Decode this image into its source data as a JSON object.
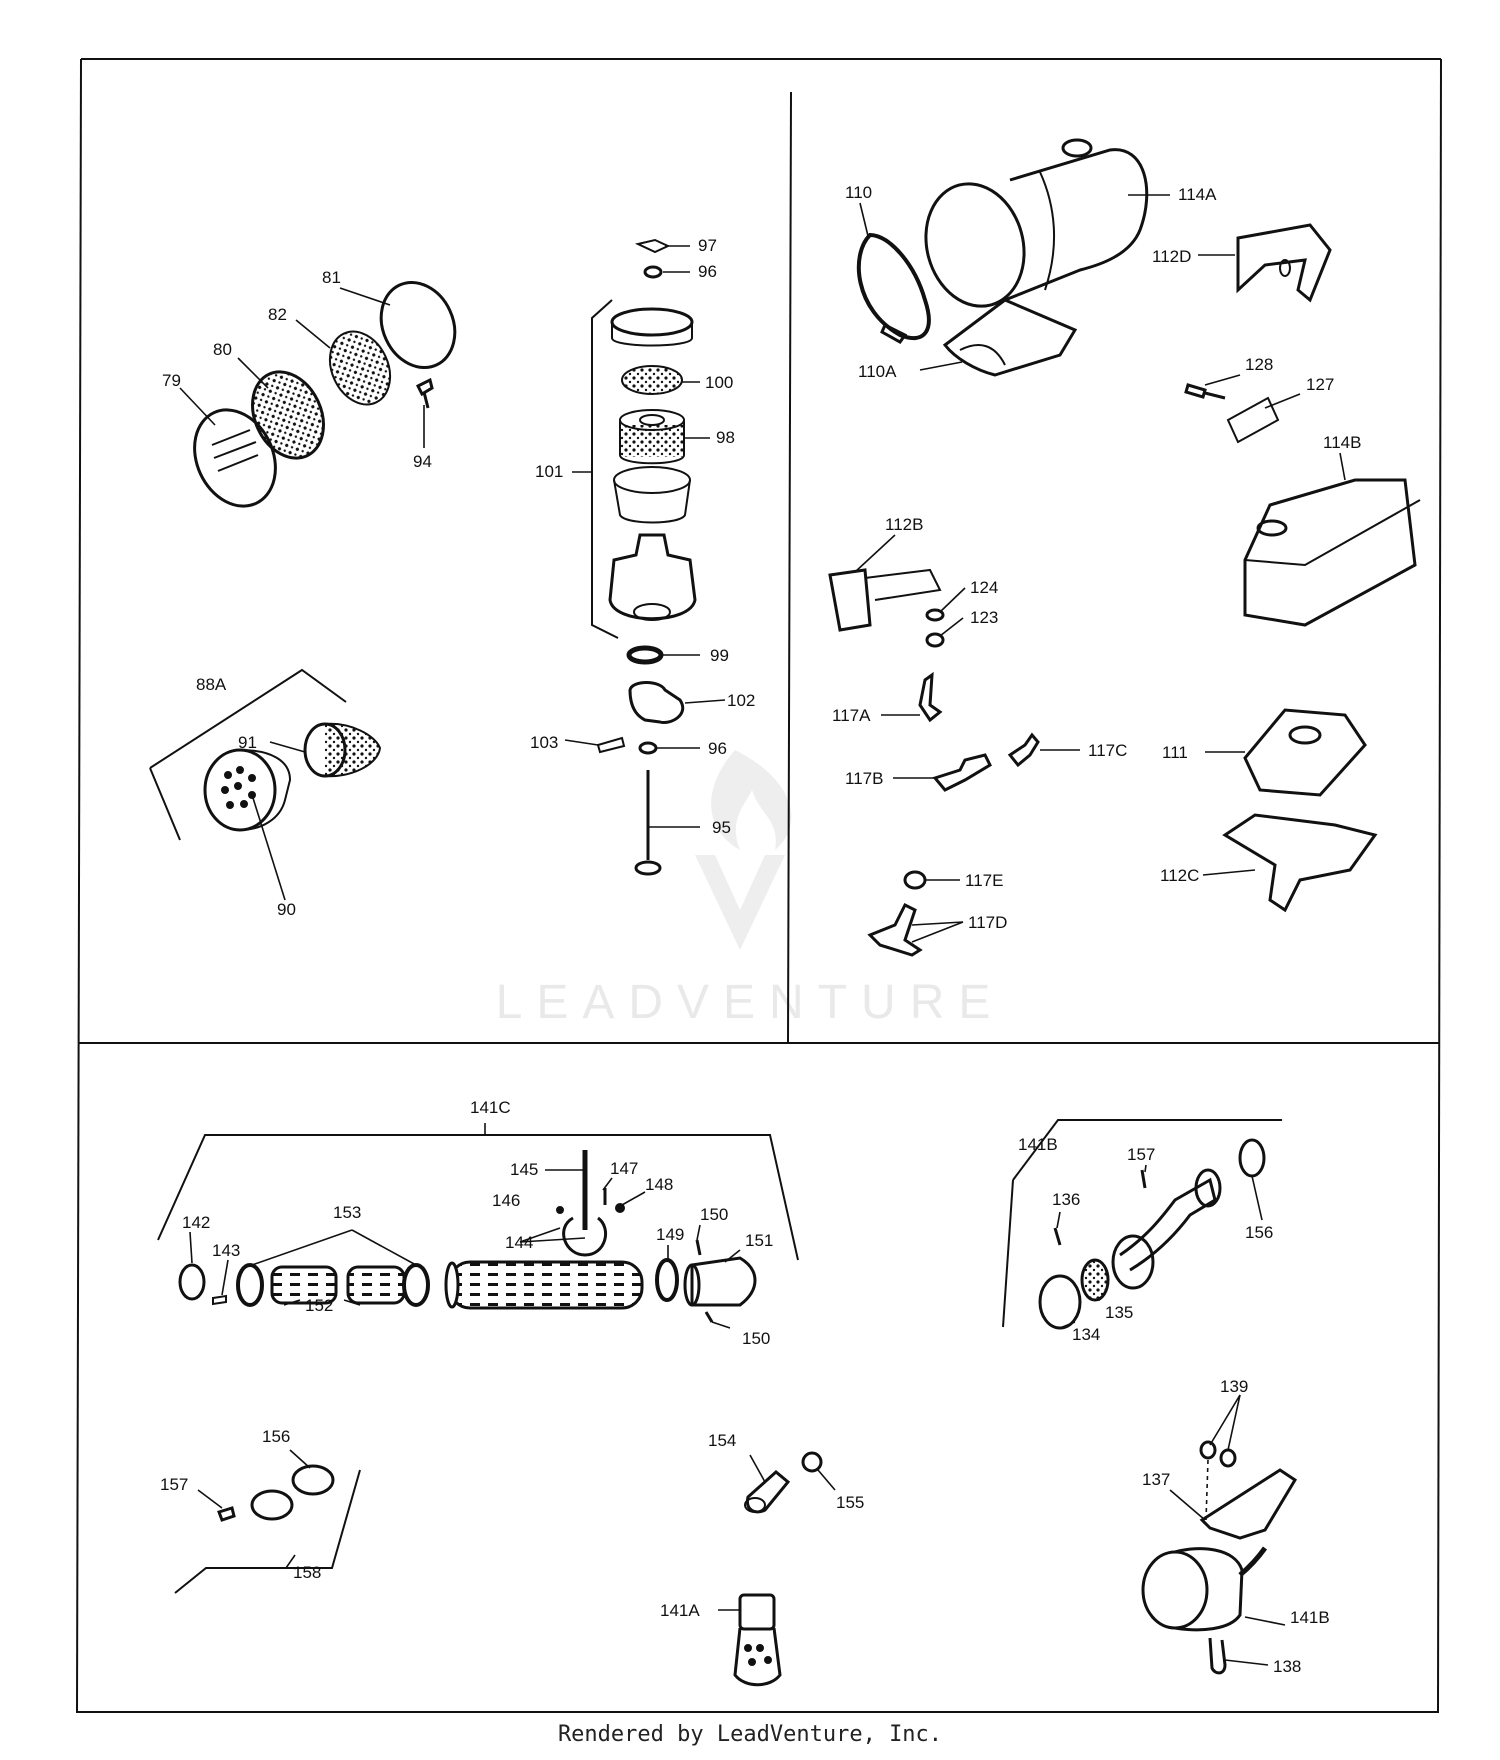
{
  "watermark": "LEADVENTURE",
  "footer": "Rendered by LeadVenture, Inc.",
  "labels": {
    "p79": "79",
    "p80": "80",
    "p81": "81",
    "p82": "82",
    "p94": "94",
    "p97": "97",
    "p96a": "96",
    "p100": "100",
    "p98": "98",
    "p101": "101",
    "p99": "99",
    "p102": "102",
    "p103": "103",
    "p96b": "96",
    "p95": "95",
    "p88a": "88A",
    "p91": "91",
    "p90": "90",
    "p110": "110",
    "p114a": "114A",
    "p112d": "112D",
    "p110a": "110A",
    "p128": "128",
    "p127": "127",
    "p114b": "114B",
    "p112b": "112B",
    "p124": "124",
    "p123": "123",
    "p117a": "117A",
    "p117c": "117C",
    "p117b": "117B",
    "p111": "111",
    "p112c": "112C",
    "p117e": "117E",
    "p117d": "117D",
    "p141c": "141C",
    "p145": "145",
    "p147": "147",
    "p146": "146",
    "p148": "148",
    "p142": "142",
    "p153": "153",
    "p143": "143",
    "p144": "144",
    "p149": "149",
    "p150a": "150",
    "p151": "151",
    "p152": "152",
    "p150b": "150",
    "p141b_top": "141B",
    "p157a": "157",
    "p156a": "156",
    "p136": "136",
    "p135": "135",
    "p134": "134",
    "p156b": "156",
    "p157b": "157",
    "p158": "158",
    "p154": "154",
    "p155": "155",
    "p141a": "141A",
    "p139": "139",
    "p137": "137",
    "p141b_bot": "141B",
    "p138": "138"
  }
}
